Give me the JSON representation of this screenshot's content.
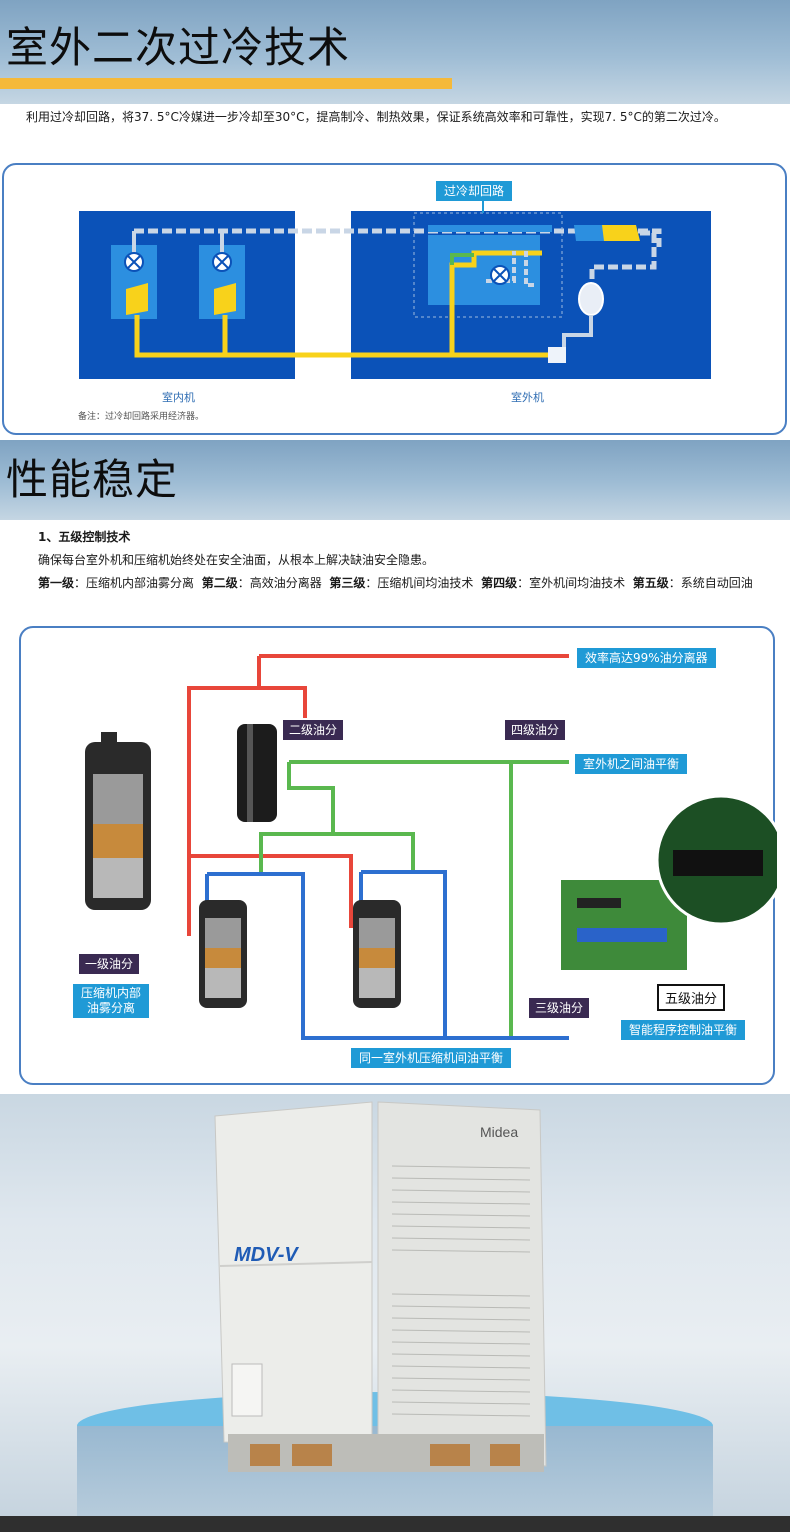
{
  "section1": {
    "title": "室外二次过冷技术",
    "intro": "利用过冷却回路，将37. 5°C冷媒进一步冷却至30°C，提高制冷、制热效果，保证系统高效率和可靠性，实现7. 5°C的第二次过冷。",
    "diagram": {
      "loop_tag": "过冷却回路",
      "indoor_label": "室内机",
      "outdoor_label": "室外机",
      "note": "备注：过冷却回路采用经济器。"
    }
  },
  "section2": {
    "title": "性能稳定",
    "heading": "1、五级控制技术",
    "para1": "确保每台室外机和压缩机始终处在安全油面，从根本上解决缺油安全隐患。",
    "levels": [
      {
        "label": "第一级",
        "text": "压缩机内部油雾分离"
      },
      {
        "label": "第二级",
        "text": "高效油分离器"
      },
      {
        "label": "第三级",
        "text": "压缩机间均油技术"
      },
      {
        "label": "第四级",
        "text": "室外机间均油技术"
      },
      {
        "label": "第五级",
        "text": "系统自动回油"
      }
    ],
    "diagram": {
      "tag_separator": "效率高达99%油分离器",
      "tag_level2": "二级油分",
      "tag_level4": "四级油分",
      "tag_outdoor_balance": "室外机之间油平衡",
      "tag_level1": "一级油分",
      "tag_level1_desc": "压缩机内部\n油雾分离",
      "tag_level3": "三级油分",
      "tag_same_unit": "同一室外机压缩机间油平衡",
      "tag_level5": "五级油分",
      "tag_smart": "智能程序控制油平衡"
    }
  },
  "product": {
    "brand": "Midea",
    "model": "MDV-V"
  },
  "colors": {
    "deep_blue": "#0b52b8",
    "yellow": "#f8d21b",
    "red_pipe": "#e8463a",
    "green_pipe": "#5ab84f",
    "blue_pipe": "#2d6fd0",
    "tag_blue": "#1f9ad6",
    "tag_purple": "#3a2a52",
    "accent_gold": "#f5b93a"
  }
}
